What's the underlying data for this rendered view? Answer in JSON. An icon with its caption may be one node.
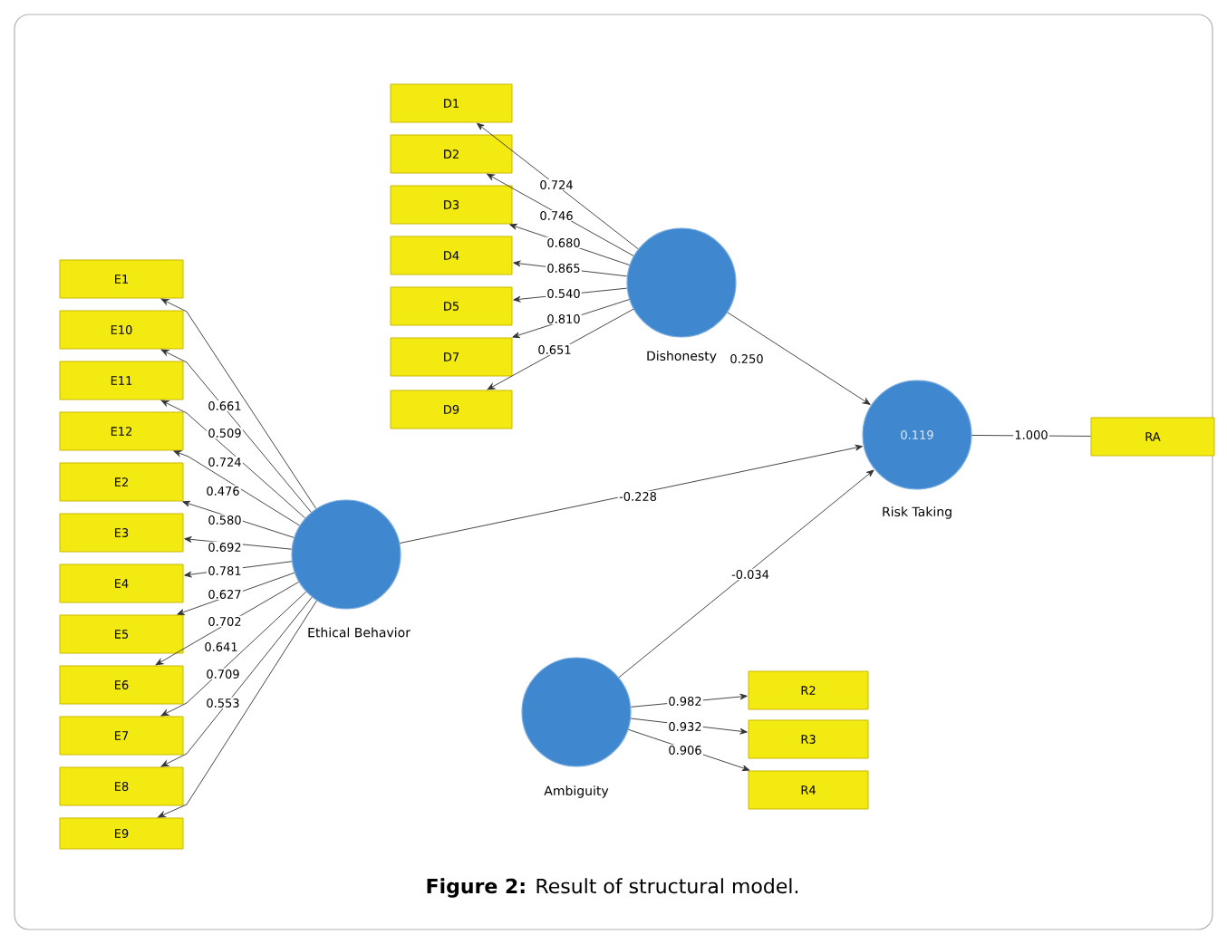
{
  "diagram": {
    "caption": "**Figure 2:** Result of structural model.",
    "nodes": [
      {
        "text": [
          "D1"
        ]
      },
      {
        "text": [
          "D2"
        ]
      },
      {
        "text": [
          "D3"
        ]
      },
      {
        "text": [
          "D4"
        ]
      },
      {
        "text": [
          "D5"
        ]
      },
      {
        "text": [
          "D7"
        ]
      },
      {
        "text": [
          "D9"
        ]
      },
      {
        "text": [
          "Dishonesty"
        ]
      },
      {
        "text": [
          "E1"
        ]
      },
      {
        "text": [
          "E10"
        ]
      },
      {
        "text": [
          "E11"
        ]
      },
      {
        "text": [
          "E12"
        ]
      },
      {
        "text": [
          "E2"
        ]
      },
      {
        "text": [
          "E3"
        ]
      },
      {
        "text": [
          "E4"
        ]
      },
      {
        "text": [
          "E5"
        ]
      },
      {
        "text": [
          "E6"
        ]
      },
      {
        "text": [
          "E7"
        ]
      },
      {
        "text": [
          "E8"
        ]
      },
      {
        "text": [
          "E9"
        ]
      },
      {
        "text": [
          "Ethical Behavior"
        ]
      },
      {
        "text": [
          "0.119",
          "Risk Taking"
        ]
      },
      {
        "text": [
          "RA"
        ]
      },
      {
        "text": [
          "Ambiguity"
        ]
      },
      {
        "text": [
          "R2"
        ]
      },
      {
        "text": [
          "R3"
        ]
      },
      {
        "text": [
          "R4"
        ]
      }
    ],
    "edges": [
      {
        "from": 7,
        "to": 0,
        "arrow": "to",
        "label": "0.724"
      },
      {
        "from": 7,
        "to": 1,
        "arrow": "to",
        "label": "0.746"
      },
      {
        "from": 7,
        "to": 2,
        "arrow": "to",
        "label": "0.680"
      },
      {
        "from": 7,
        "to": 3,
        "arrow": "to",
        "label": "0.865"
      },
      {
        "from": 7,
        "to": 4,
        "arrow": "to",
        "label": "0.540"
      },
      {
        "from": 7,
        "to": 5,
        "arrow": "to",
        "label": "0.810"
      },
      {
        "from": 7,
        "to": 6,
        "arrow": "to",
        "label": "0.651"
      },
      {
        "from": 20,
        "to": 8,
        "arrow": "to",
        "label": "0.661"
      },
      {
        "from": 20,
        "to": 9,
        "arrow": "to",
        "label": "0.509"
      },
      {
        "from": 20,
        "to": 10,
        "arrow": "to",
        "label": "0.724"
      },
      {
        "from": 20,
        "to": 11,
        "arrow": "to",
        "label": "0.476"
      },
      {
        "from": 20,
        "to": 12,
        "arrow": "to",
        "label": "0.580"
      },
      {
        "from": 20,
        "to": 13,
        "arrow": "to",
        "label": "0.692"
      },
      {
        "from": 20,
        "to": 14,
        "arrow": "to",
        "label": "0.781"
      },
      {
        "from": 20,
        "to": 15,
        "arrow": "to",
        "label": "0.627"
      },
      {
        "from": 20,
        "to": 16,
        "arrow": "to",
        "label": "0.702"
      },
      {
        "from": 20,
        "to": 17,
        "arrow": "to",
        "label": "0.641"
      },
      {
        "from": 20,
        "to": 18,
        "arrow": "to",
        "label": "0.709"
      },
      {
        "from": 20,
        "to": 19,
        "arrow": "to",
        "label": "0.553"
      },
      {
        "from": 7,
        "to": 21,
        "arrow": "to",
        "label": "0.250"
      },
      {
        "from": 20,
        "to": 21,
        "arrow": "to",
        "label": "-0.228"
      },
      {
        "from": 23,
        "to": 21,
        "arrow": "to",
        "label": "-0.034"
      },
      {
        "from": 21,
        "to": 22,
        "arrow": "none",
        "label": "1.000"
      },
      {
        "from": 23,
        "to": 24,
        "arrow": "to",
        "label": "0.982"
      },
      {
        "from": 23,
        "to": 25,
        "arrow": "to",
        "label": "0.932"
      },
      {
        "from": 23,
        "to": 26,
        "arrow": "to",
        "label": "0.906"
      }
    ]
  }
}
